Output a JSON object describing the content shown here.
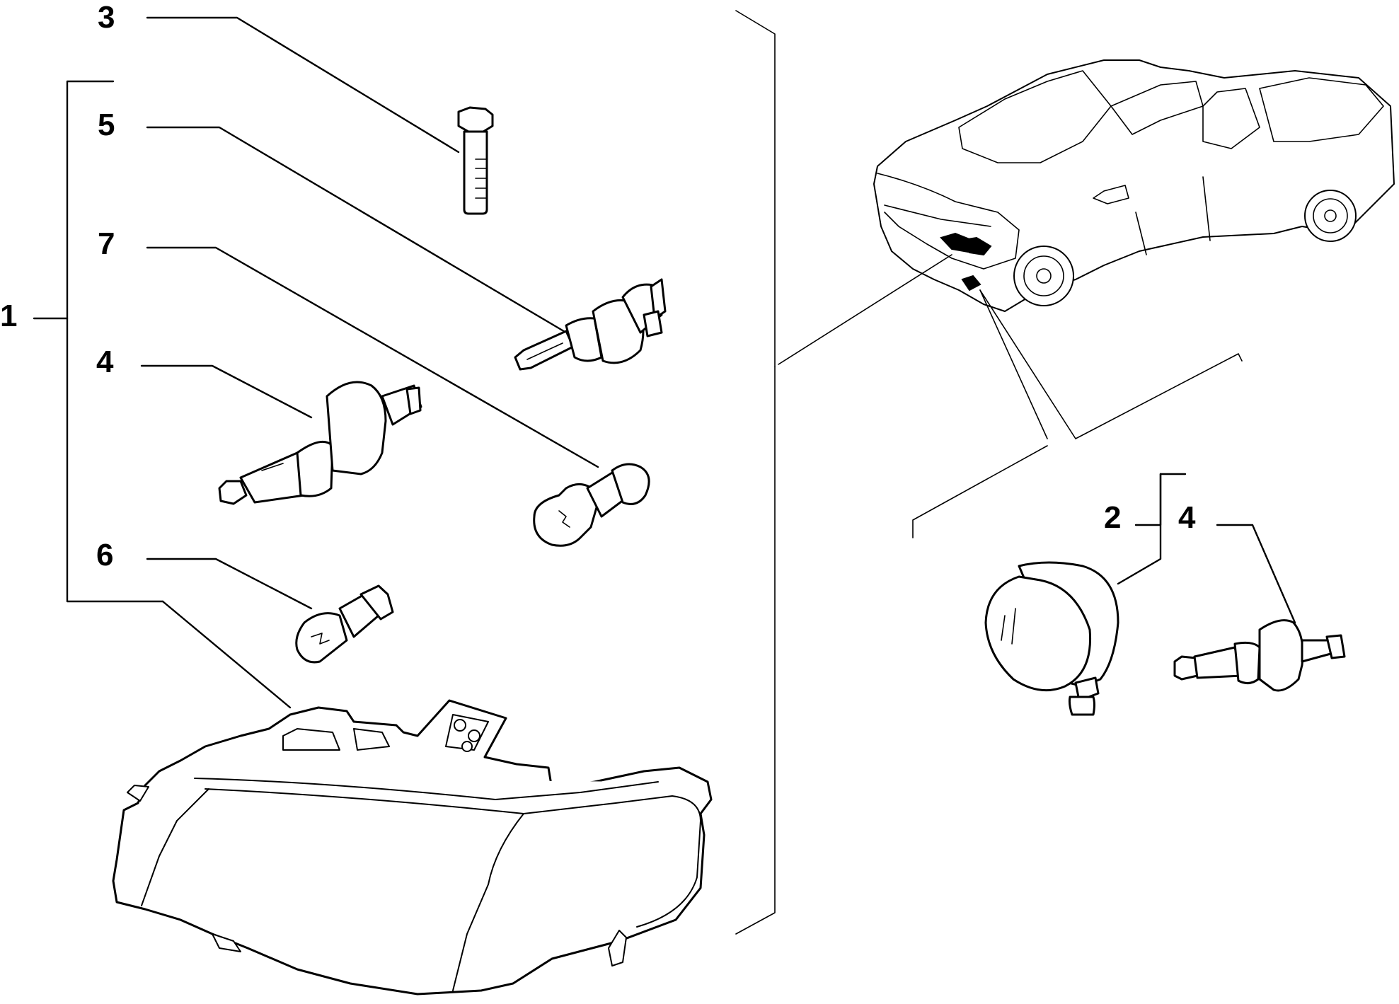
{
  "callouts": {
    "c1": "1",
    "c2": "2",
    "c3": "3",
    "c4_left": "4",
    "c4_right": "4",
    "c5": "5",
    "c6": "6",
    "c7": "7"
  },
  "icons": [
    "screw-icon",
    "h4-bulb-icon",
    "h7-bulb-icon",
    "bayonet-bulb-icon",
    "wedge-bulb-icon",
    "headlamp-icon",
    "pickup-truck-icon",
    "fog-lamp-icon",
    "h1-bulb-icon"
  ]
}
